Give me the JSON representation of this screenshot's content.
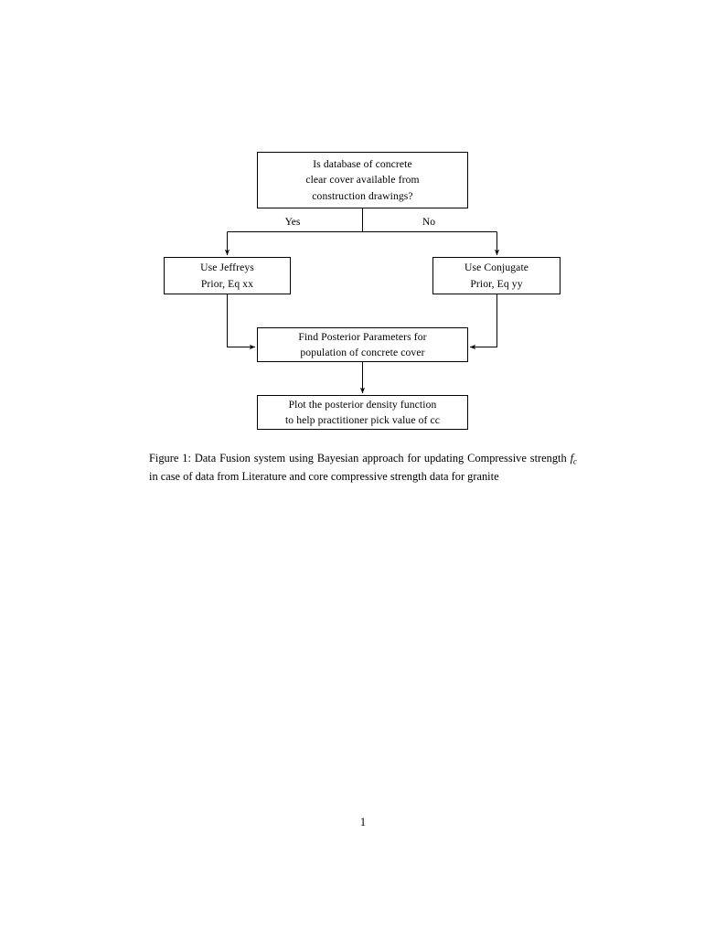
{
  "document": {
    "page_number": "1"
  },
  "figure": {
    "nodes": [
      {
        "id": "decision",
        "lines": [
          "Is database of concrete",
          "clear cover available from",
          "construction drawings?"
        ]
      },
      {
        "id": "jeffreys",
        "lines": [
          "Use Jeffreys",
          "Prior, Eq xx"
        ]
      },
      {
        "id": "conjugate",
        "lines": [
          "Use Conjugate",
          "Prior, Eq yy"
        ]
      },
      {
        "id": "posterior",
        "lines": [
          "Find Posterior Parameters for",
          "population of concrete cover"
        ]
      },
      {
        "id": "plot",
        "lines": [
          "Plot the posterior density function",
          "to help practitioner pick value of cc"
        ]
      }
    ],
    "edge_labels": {
      "yes": "Yes",
      "no": "No"
    },
    "line_color": "#000000"
  },
  "caption": {
    "label": "Figure 1:",
    "text_before_var": " Data Fusion system using Bayesian approach for updating Compressive strength ",
    "variable": "f",
    "variable_subscript": "c",
    "text_after_var": " in case of data from Literature and core compressive strength data for granite"
  }
}
